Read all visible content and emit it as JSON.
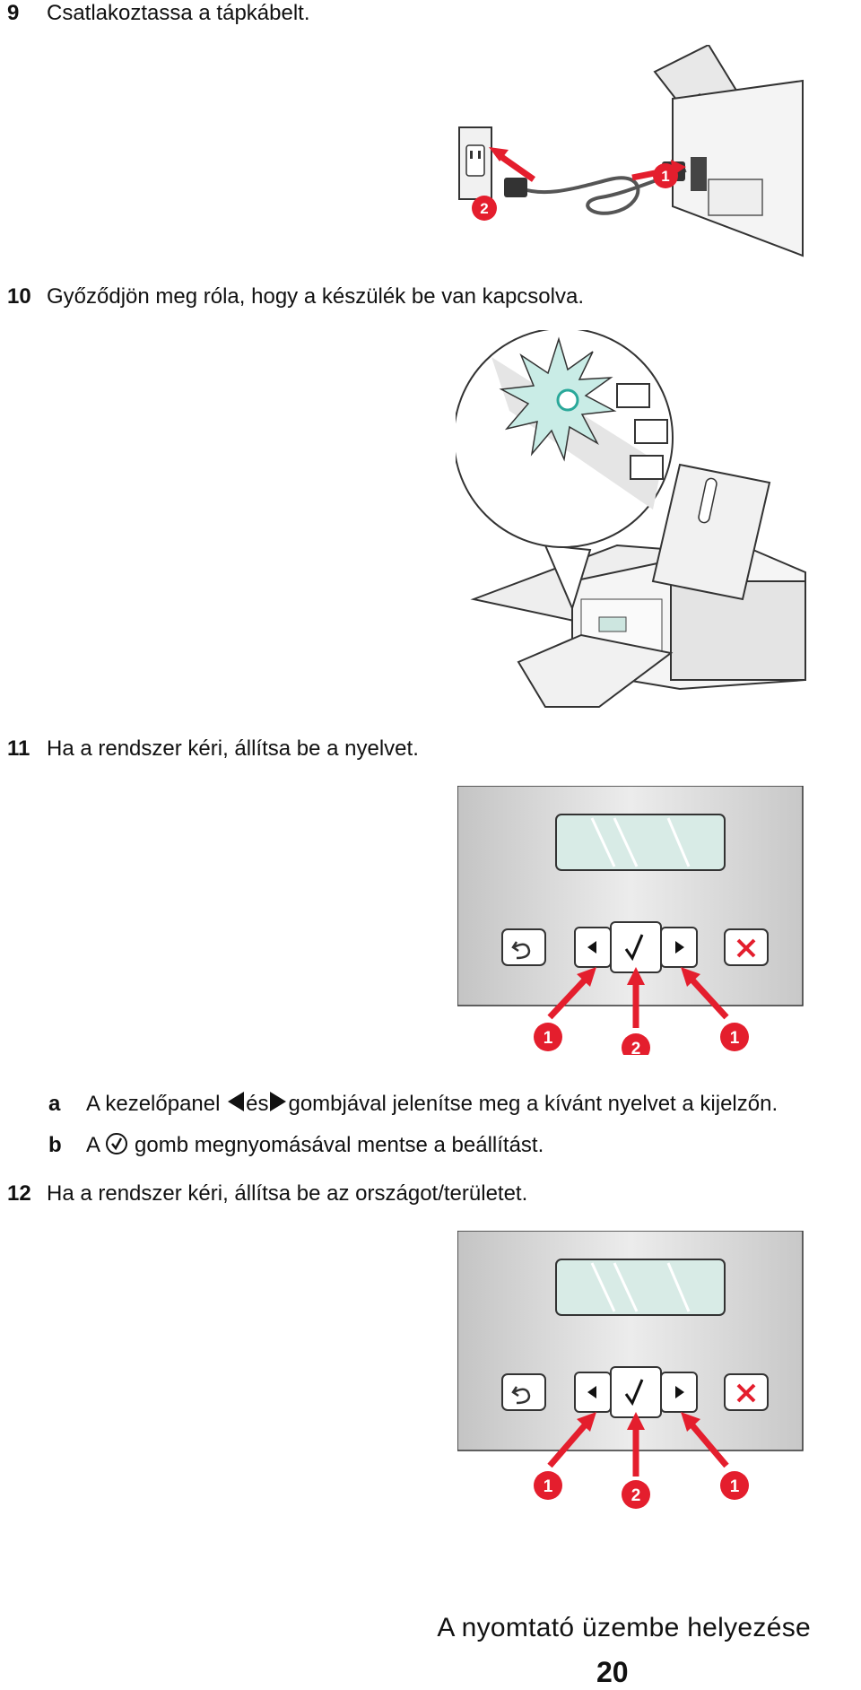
{
  "steps": [
    {
      "number": "9",
      "text": "Csatlakoztassa a tápkábelt."
    },
    {
      "number": "10",
      "text": "Győződjön meg róla, hogy a készülék be van kapcsolva."
    },
    {
      "number": "11",
      "text": "Ha a rendszer kéri, állítsa be a nyelvet."
    },
    {
      "number": "12",
      "text": "Ha a rendszer kéri, állítsa be az országot/területet."
    }
  ],
  "substeps": {
    "a": {
      "letter": "a",
      "part1": "A kezelőpanel",
      "part2": "és",
      "part3": "gombjával jelenítse meg a kívánt nyelvet a kijelzőn."
    },
    "b": {
      "letter": "b",
      "part1": "A",
      "part2": "gomb megnyomásával mentse a beállítást."
    }
  },
  "callouts": {
    "power": [
      "1",
      "2"
    ],
    "panel": [
      "1",
      "2",
      "1"
    ]
  },
  "footer": {
    "title": "A nyomtató üzembe helyezése",
    "page": "20"
  },
  "colors": {
    "callout_red": "#e41e2d",
    "panel_gray": "#d4d4d4",
    "screen": "#d8ebe6"
  }
}
